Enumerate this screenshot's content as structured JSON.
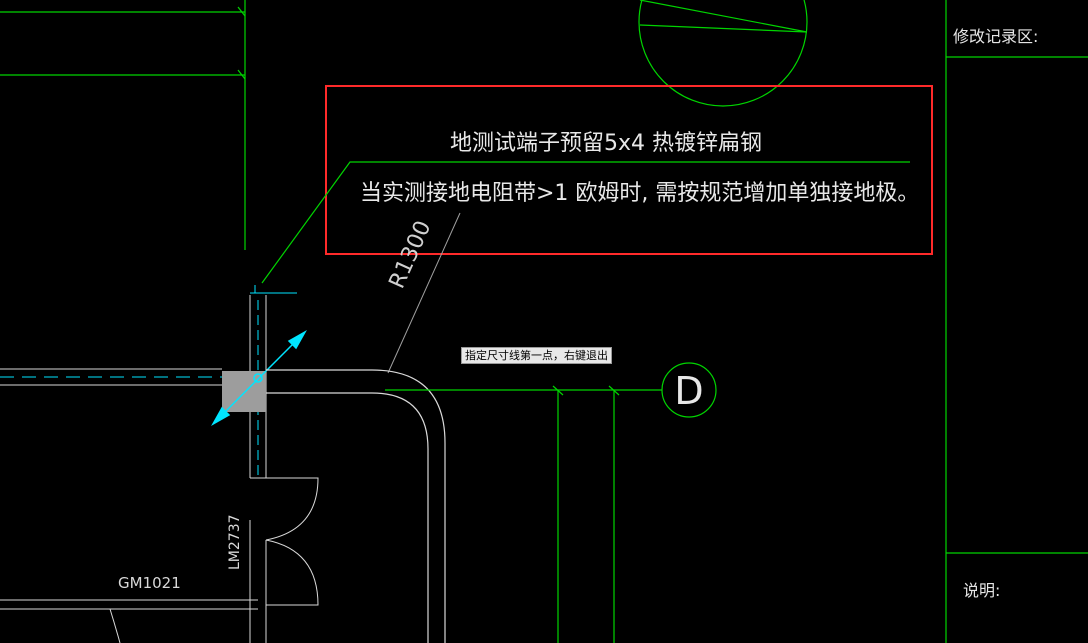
{
  "annotation": {
    "line1": "地测试端子预留5x4   热镀锌扁钢",
    "line2": "当实测接地电阻带>1 欧姆时, 需按规范增加单独接地极。"
  },
  "dimension": {
    "radius_label": "R1300"
  },
  "labels": {
    "grid_axis": "D",
    "door_gm": "GM1021",
    "door_lm": "LM2737"
  },
  "tooltip": {
    "text": "指定尺寸线第一点，右键退出"
  },
  "title_block": {
    "revision_label": "修改记录区:",
    "notes_label": "说明:"
  },
  "colors": {
    "background": "#000000",
    "green": "#00d400",
    "white": "#d9d9d9",
    "gray": "#a0a0a0",
    "cyan": "#00e5ff",
    "red": "#ff2a2a",
    "grip": "#9d9d9d"
  }
}
